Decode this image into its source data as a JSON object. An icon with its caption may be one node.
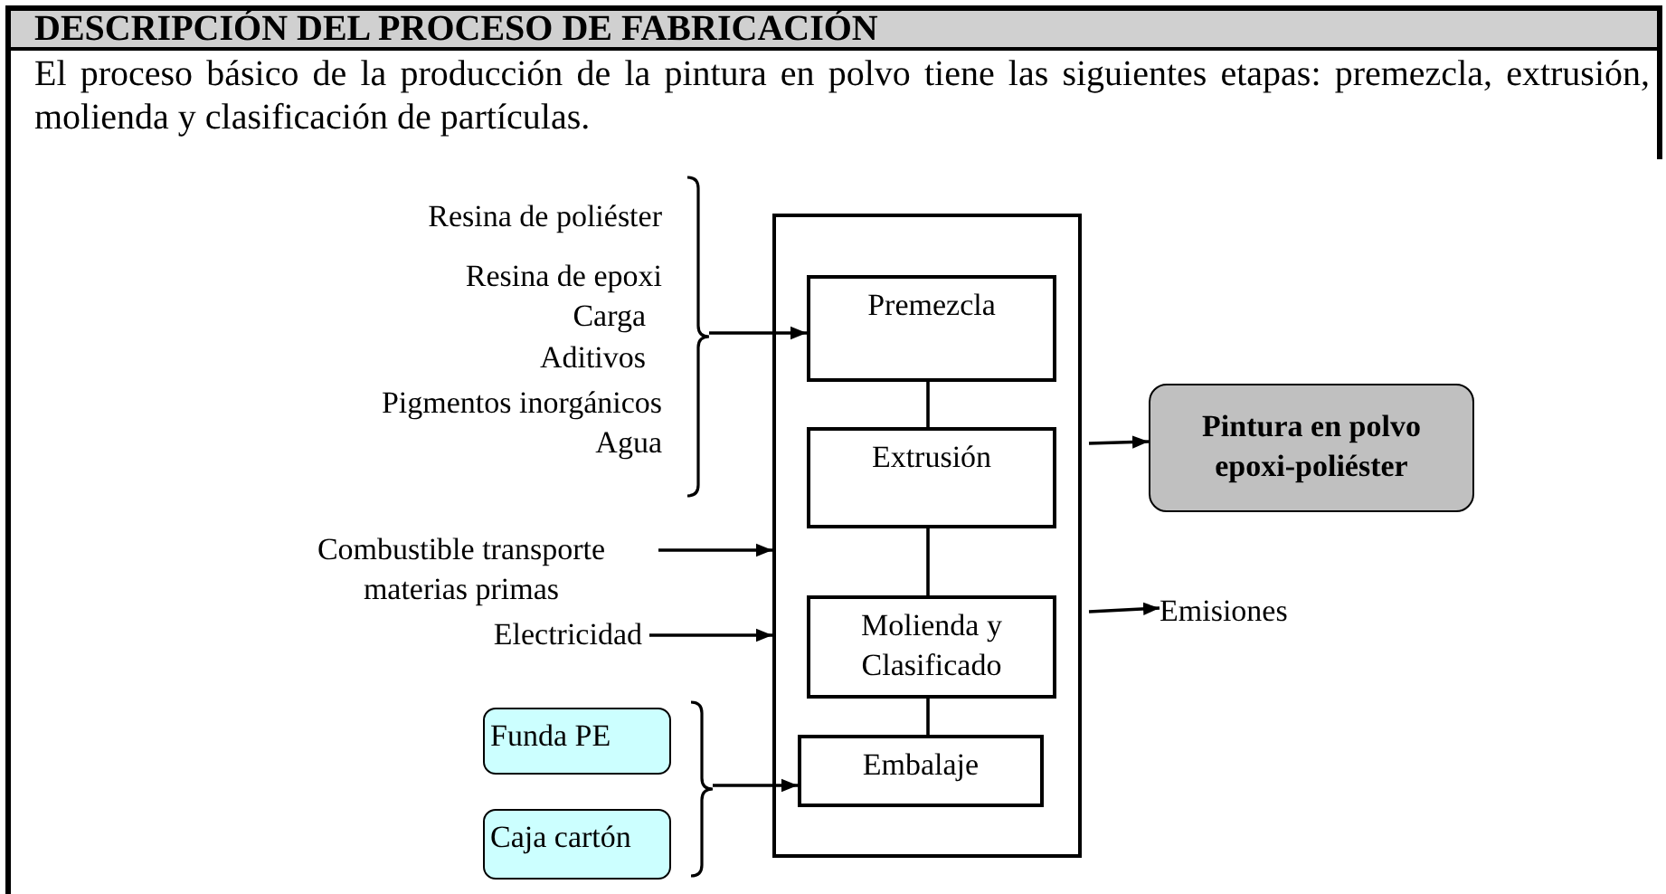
{
  "diagram": {
    "title": "DESCRIPCIÓN DEL PROCESO DE FABRICACIÓN",
    "nodes": [
      {
        "text": [],
        "shape": "brace"
      },
      {
        "text": [
          "Resina de poliéster"
        ],
        "in": 0
      },
      {
        "text": [
          "Resina de epoxi"
        ],
        "in": 0
      },
      {
        "text": [
          "Carga"
        ],
        "in": 0
      },
      {
        "text": [
          "Aditivos"
        ],
        "in": 0
      },
      {
        "text": [
          "Pigmentos inorgánicos"
        ],
        "in": 0
      },
      {
        "text": [
          "Agua"
        ],
        "in": 0
      },
      {
        "text": [],
        "shape": "box"
      },
      {
        "text": [
          "Premezcla"
        ],
        "in": 7
      },
      {
        "text": [
          "Extrusión"
        ],
        "in": 7
      },
      {
        "text": [
          "Molienda y Clasificado"
        ],
        "in": 7
      },
      {
        "text": [
          "Embalaje"
        ],
        "in": 7
      },
      {
        "text": [
          "Pintura en polvo epoxi-poliéster"
        ]
      },
      {
        "text": [
          "Combustible transporte materias primas"
        ]
      },
      {
        "text": [
          "Electricidad"
        ]
      },
      {
        "text": [
          "Emisiones"
        ]
      },
      {
        "text": [],
        "shape": "brace"
      },
      {
        "text": [
          "Funda PE"
        ],
        "in": 16
      },
      {
        "text": [
          "Caja cartón"
        ],
        "in": 16
      }
    ],
    "edges": [
      {
        "from": 0,
        "to": 8,
        "arrow": "to"
      },
      {
        "from": 8,
        "to": 9,
        "arrow": "none"
      },
      {
        "from": 9,
        "to": 10,
        "arrow": "none"
      },
      {
        "from": 10,
        "to": 11,
        "arrow": "none"
      },
      {
        "from": 7,
        "to": 12,
        "arrow": "to"
      },
      {
        "from": 13,
        "to": 7,
        "arrow": "to"
      },
      {
        "from": 14,
        "to": 7,
        "arrow": "to"
      },
      {
        "from": 7,
        "to": 15,
        "arrow": "to"
      },
      {
        "from": 16,
        "to": 11,
        "arrow": "to"
      }
    ],
    "labels": [
      "El proceso básico de la producción de la pintura en polvo tiene las siguientes etapas: premezcla, extrusión, molienda y clasificación de partículas."
    ]
  }
}
